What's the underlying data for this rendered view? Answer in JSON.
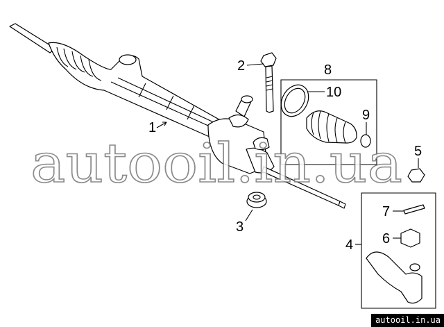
{
  "diagram": {
    "title": "Steering gear assembly exploded view",
    "callouts": [
      "1",
      "2",
      "3",
      "4",
      "5",
      "6",
      "7",
      "8",
      "9",
      "10"
    ],
    "watermark": "autooil.in.ua",
    "badge": "autooil.in.ua"
  }
}
